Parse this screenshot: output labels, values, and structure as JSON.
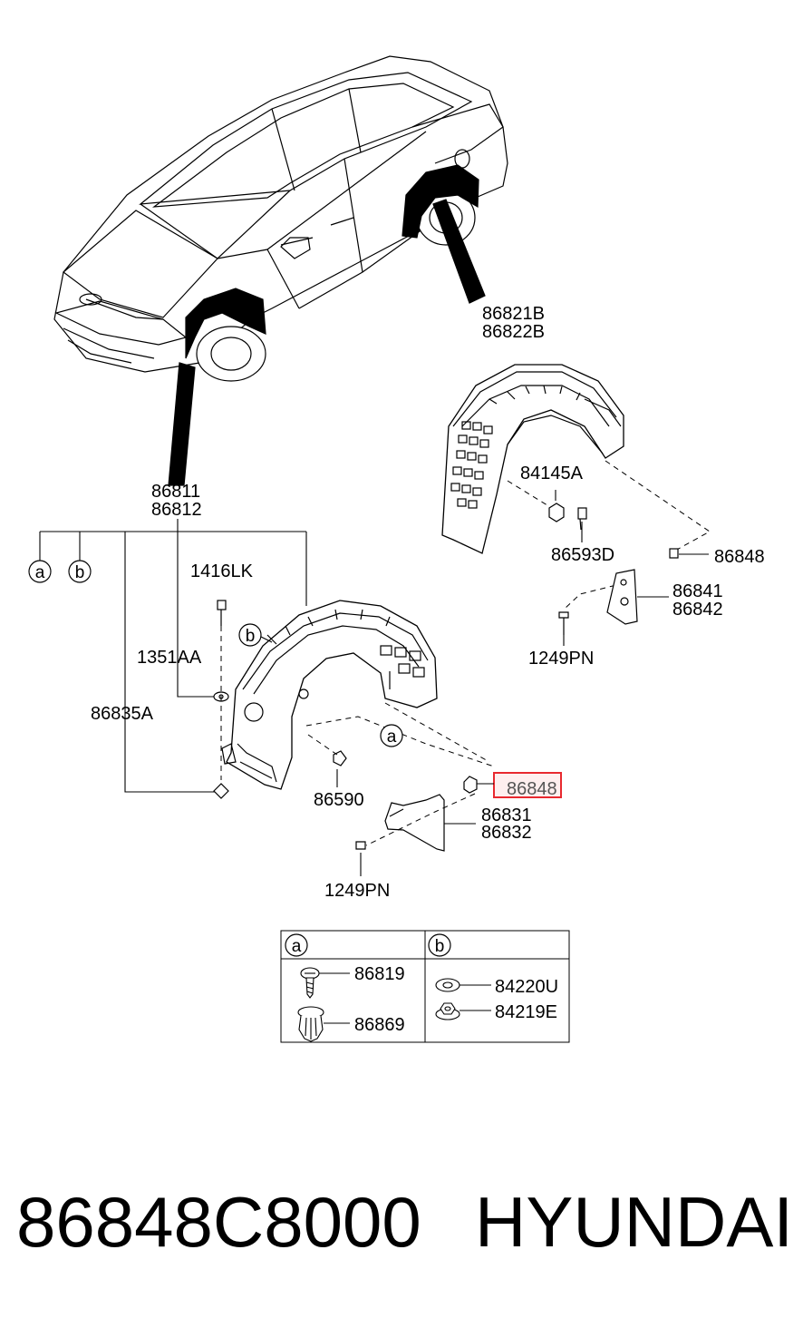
{
  "callouts": {
    "rear_guard": [
      "86821B",
      "86822B"
    ],
    "front_guard": [
      "86811",
      "86812"
    ],
    "nut_84145A": "84145A",
    "bolt_86593D": "86593D",
    "clip_86848_rear": "86848",
    "mudflap_rear": [
      "86841",
      "86842"
    ],
    "screw_rear": "1249PN",
    "bolt_1416LK": "1416LK",
    "washer_1351AA": "1351AA",
    "clip_86835A": "86835A",
    "clip_86590": "86590",
    "clip_86848_front": "86848",
    "mudflap_front": [
      "86831",
      "86832"
    ],
    "screw_front": "1249PN"
  },
  "circle_refs": {
    "a": "a",
    "b": "b"
  },
  "legend_table": {
    "col_a_header": "a",
    "col_b_header": "b",
    "col_a_items": [
      "86819",
      "86869"
    ],
    "col_b_items": [
      "84220U",
      "84219E"
    ]
  },
  "highlight": {
    "label": "86848",
    "color": "#e8292f"
  },
  "footer": {
    "part_number": "86848C8000",
    "brand": "HYUNDAI"
  }
}
